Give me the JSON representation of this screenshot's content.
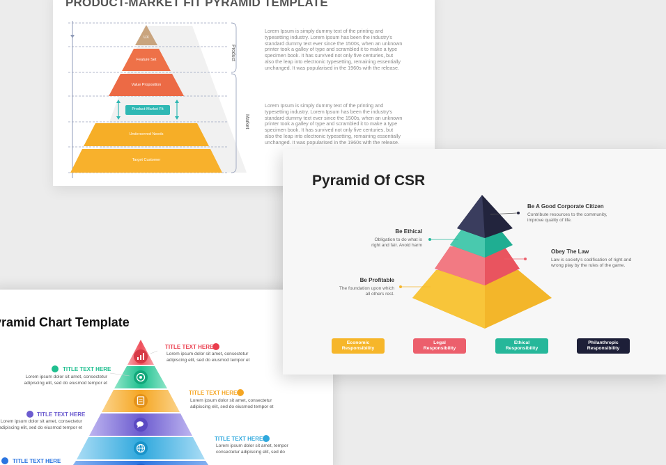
{
  "slide1": {
    "title": "PRODUCT-MARKET FIT PYRAMID TEMPLATE",
    "layers": [
      "UX",
      "Feature Set",
      "Value Proposition",
      "Product-Market Fit",
      "Underserved Needs",
      "Target Customer"
    ],
    "group_labels": {
      "top": "Product",
      "bottom": "Market"
    },
    "paragraphs": [
      "Lorem Ipsum is simply dummy text of the printing and typesetting industry. Lorem Ipsum has been the industry's standard dummy text ever since the 1500s, when an unknown printer took a galley of type and scrambled it to make a type specimen book. It has survived not only five centuries, but also the leap into electronic typesetting, remaining essentially unchanged. It was popularised in the 1960s with the release.",
      "Lorem Ipsum is simply dummy text of the printing and typesetting industry. Lorem Ipsum has been the industry's standard dummy text ever since the 1500s, when an unknown printer took a galley of type and scrambled it to make a type specimen book. It has survived not only five centuries, but also the leap into electronic typesetting, remaining essentially unchanged. It was popularised in the 1960s with the release."
    ],
    "colors": {
      "ux": "#c9a47e",
      "feature": "#ee7148",
      "value": "#ec6a45",
      "fit": "#2fb8b4",
      "needs": "#f6ae27",
      "target": "#f8b12c"
    }
  },
  "slide2": {
    "title": "Pyramid Of CSR",
    "labels": [
      {
        "heading": "Be A Good Corporate Citizen",
        "desc": "Contribute resources to the community, improve quality of life."
      },
      {
        "heading": "Be Ethical",
        "desc": "Obligation to do what is right and fair. Avoid harm"
      },
      {
        "heading": "Obey The Law",
        "desc": "Law is society's codification of right and wrong play by the rules of the game."
      },
      {
        "heading": "Be Profitable",
        "desc": "The foundation upon which all others rest."
      }
    ],
    "buttons": [
      {
        "line1": "Economic",
        "line2": "Responsibility",
        "color": "#f6b62a"
      },
      {
        "line1": "Legal",
        "line2": "Responsibility",
        "color": "#ec5f6c"
      },
      {
        "line1": "Ethical",
        "line2": "Responsibility",
        "color": "#26b79a"
      },
      {
        "line1": "Philanthropic",
        "line2": "Responsibility",
        "color": "#1d1f38"
      }
    ]
  },
  "slide3": {
    "title": "yramid Chart Template",
    "items": [
      {
        "heading": "TITLE TEXT HERE",
        "desc": "Lorem ipsum dolor sit amet, consectetur adipiscing elit, sed do eiusmod tempor et",
        "color": "#ea3d4d"
      },
      {
        "heading": "TITLE TEXT HERE",
        "desc": "Lorem ipsum dolor sit amet, consectetur adipiscing elit, sed do eiusmod tempor et",
        "color": "#1fbf8f"
      },
      {
        "heading": "TITLE TEXT HERE",
        "desc": "Lorem ipsum dolor sit amet, consectetur adipiscing elit, sed do eiusmod tempor et",
        "color": "#f5a623"
      },
      {
        "heading": "TITLE TEXT HERE",
        "desc": "Lorem ipsum dolor sit amet, consectetur adipiscing elit, sed do eiusmod tempor et",
        "color": "#6c5ccf"
      },
      {
        "heading": "TITLE TEXT HERE",
        "desc": "Lorem ipsum dolor sit amet, tempor consectetur adipiscing elit, sed do",
        "color": "#2fa8dd"
      },
      {
        "heading": "TITLE TEXT HERE",
        "desc": "",
        "color": "#2a74e0"
      }
    ],
    "icons": [
      "chart-icon",
      "target-icon",
      "clipboard-icon",
      "chat-icon",
      "globe-icon",
      "rocket-icon"
    ]
  }
}
